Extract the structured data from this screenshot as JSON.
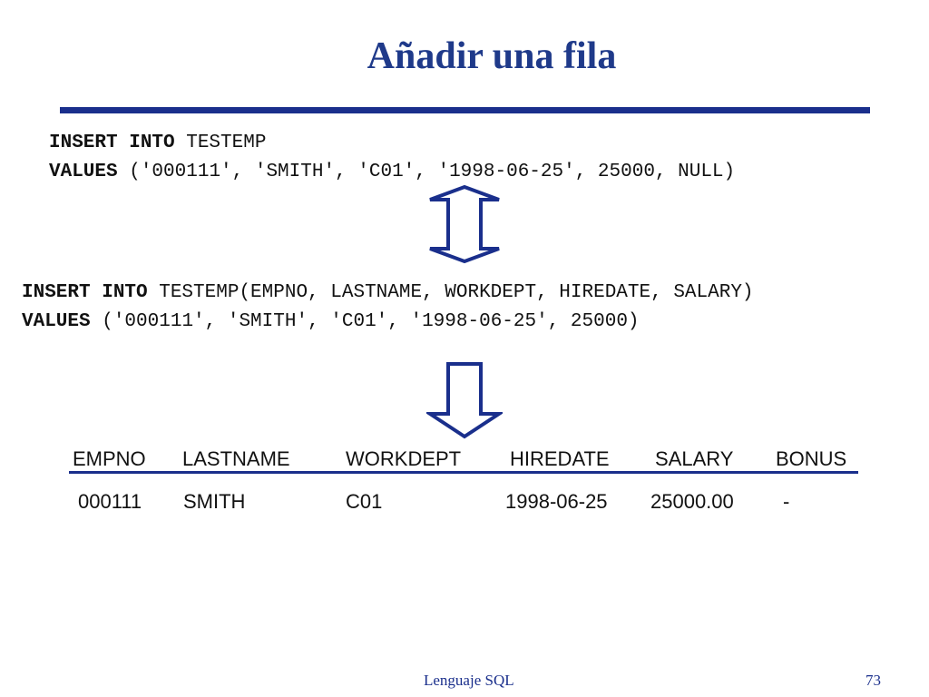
{
  "slide": {
    "title": "Añadir una fila",
    "stmt1": {
      "kw1": "INSERT INTO",
      "rest1": " TESTEMP",
      "kw2": "VALUES",
      "rest2": " ('000111', 'SMITH', 'C01', '1998-06-25', 25000, NULL)"
    },
    "stmt2": {
      "kw1": "INSERT INTO",
      "rest1": " TESTEMP(EMPNO, LASTNAME, WORKDEPT, HIREDATE, SALARY)",
      "kw2": "VALUES",
      "rest2": " ('000111', 'SMITH', 'C01', '1998-06-25', 25000)"
    },
    "table": {
      "headers": [
        "EMPNO",
        "LASTNAME",
        "WORKDEPT",
        "HIREDATE",
        "SALARY",
        "BONUS"
      ],
      "row": [
        "000111",
        "SMITH",
        "C01",
        "1998-06-25",
        "25000.00",
        "-"
      ]
    },
    "footer": {
      "label": "Lenguaje SQL",
      "page": "73"
    },
    "colors": {
      "title": "#1f3a8a",
      "rule": "#1a2f8c",
      "text": "#111111"
    },
    "icons": [
      "double-arrow-icon",
      "down-arrow-icon"
    ]
  }
}
